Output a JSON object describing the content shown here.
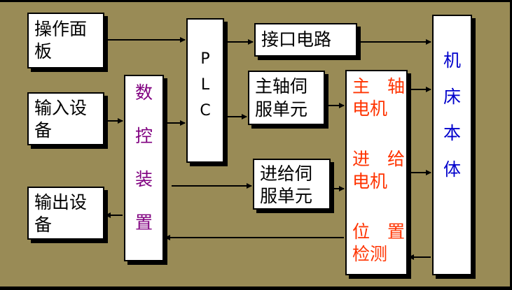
{
  "diagram": {
    "operation_panel": [
      "操作面",
      "板"
    ],
    "input_device": [
      "输入设",
      "备"
    ],
    "output_device": [
      "输出设",
      "备"
    ],
    "cnc_device": [
      "数",
      "控",
      "装",
      "置"
    ],
    "plc": [
      "P",
      "L",
      "C"
    ],
    "interface_circuit": "接口电路",
    "spindle_servo": [
      "主轴伺",
      "服单元"
    ],
    "feed_servo": [
      "进给伺",
      "服单元"
    ],
    "spindle_motor": [
      "主　轴",
      "电机"
    ],
    "feed_motor": [
      "进　给",
      "电机"
    ],
    "position_detection": [
      "位　置",
      "检测"
    ],
    "machine_body": [
      "机",
      "床",
      "本",
      "体"
    ],
    "colors": {
      "background": "#998b56",
      "box_fill": "#ffffff",
      "motor_text": "#ff3300",
      "machine_text": "#0000cc",
      "cnc_text": "#800080"
    }
  }
}
